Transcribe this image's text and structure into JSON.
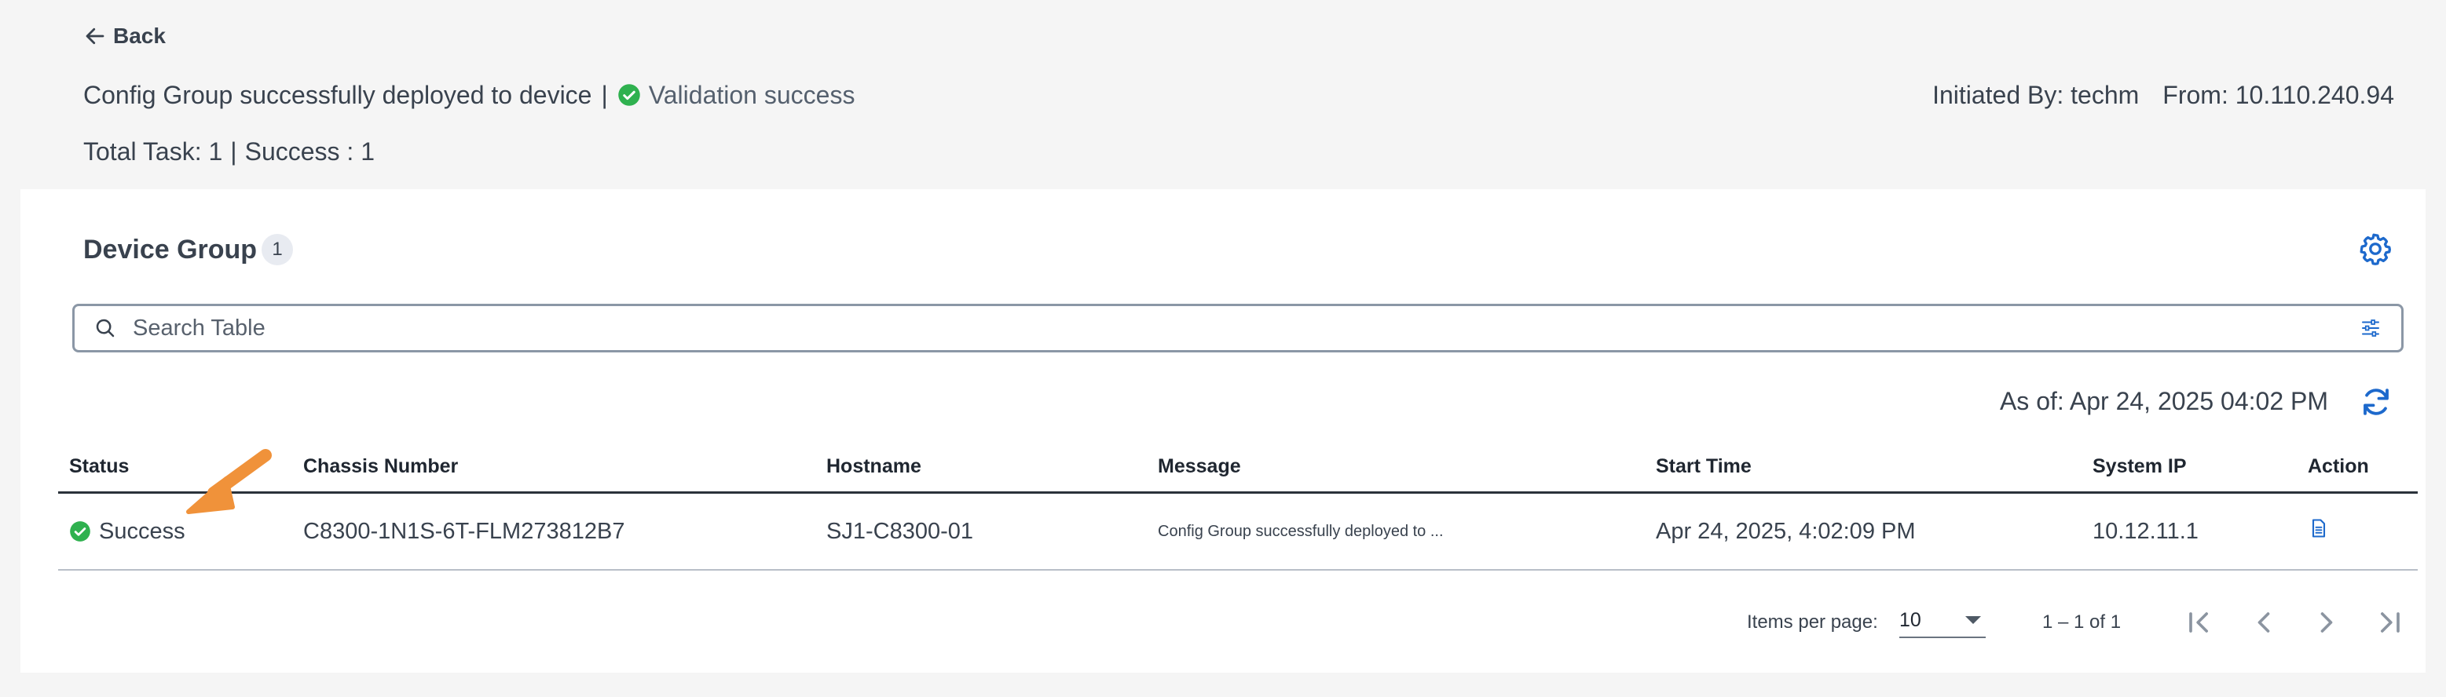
{
  "header": {
    "back_label": "Back",
    "deploy_message": "Config Group successfully deployed to device",
    "separator": "|",
    "validation_text": "Validation success",
    "initiated_by": "Initiated By: techm",
    "from": "From: 10.110.240.94",
    "total_task": "Total Task: 1",
    "success_count": "Success : 1"
  },
  "card": {
    "title": "Device Group",
    "count": "1"
  },
  "search": {
    "placeholder": "Search Table",
    "value": ""
  },
  "as_of": "As of: Apr 24, 2025 04:02 PM",
  "table": {
    "columns": [
      "Status",
      "Chassis Number",
      "Hostname",
      "Message",
      "Start Time",
      "System IP",
      "Action"
    ],
    "rows": [
      {
        "status": "Success",
        "chassis": "C8300-1N1S-6T-FLM273812B7",
        "hostname": "SJ1-C8300-01",
        "message": "Config Group successfully deployed to ...",
        "start_time": "Apr 24, 2025, 4:02:09 PM",
        "system_ip": "10.12.11.1"
      }
    ]
  },
  "pagination": {
    "items_per_page_label": "Items per page:",
    "items_per_page_value": "10",
    "range": "1 – 1 of 1"
  },
  "colors": {
    "success_green": "#2fb14f",
    "accent_blue": "#1d69cc",
    "annotation_orange": "#f0923a"
  },
  "icons": {
    "back": "arrow-left-icon",
    "status": "check-circle-icon",
    "settings": "gear-icon",
    "search": "search-icon",
    "filter": "filter-sliders-icon",
    "refresh": "refresh-icon",
    "action": "document-icon",
    "annotation": "orange-arrow-icon"
  }
}
